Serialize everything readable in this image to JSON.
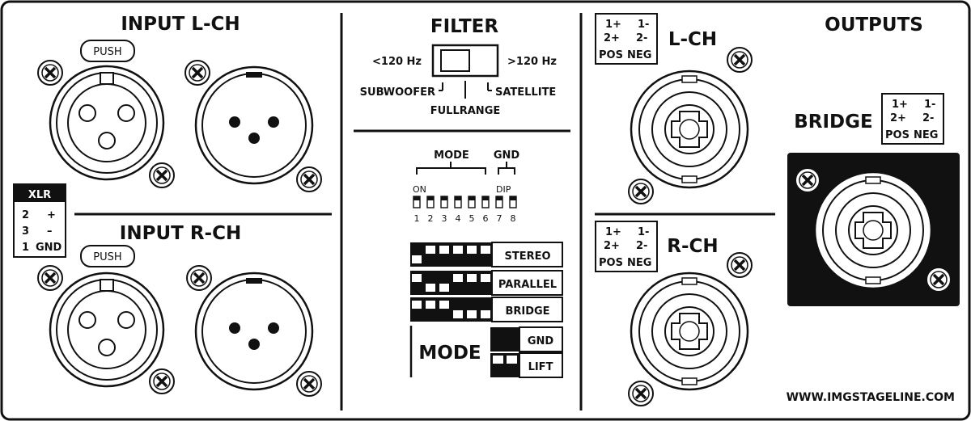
{
  "input_lch": {
    "title": "INPUT L-CH",
    "push": "PUSH"
  },
  "input_rch": {
    "title": "INPUT R-CH",
    "push": "PUSH"
  },
  "xlr_legend": {
    "title": "XLR",
    "rows": [
      {
        "pin": "2",
        "signal": "+"
      },
      {
        "pin": "3",
        "signal": "–"
      },
      {
        "pin": "1",
        "signal": "GND"
      }
    ]
  },
  "filter": {
    "title": "FILTER",
    "left_label": "<120 Hz",
    "right_label": ">120 Hz",
    "pos_subwoofer": "SUBWOOFER",
    "pos_fullrange": "FULLRANGE",
    "pos_satellite": "SATELLITE"
  },
  "dip": {
    "mode_label": "MODE",
    "gnd_label": "GND",
    "on_label": "ON",
    "dip_label": "DIP",
    "numbers": [
      "1",
      "2",
      "3",
      "4",
      "5",
      "6",
      "7",
      "8"
    ]
  },
  "mode_table": {
    "rows": [
      "STEREO",
      "PARALLEL",
      "BRIDGE"
    ],
    "mode_label": "MODE",
    "gnd_rows": [
      "GND",
      "LIFT"
    ]
  },
  "outputs": {
    "title": "OUTPUTS",
    "lch": "L-CH",
    "rch": "R-CH",
    "bridge": "BRIDGE",
    "pin_pos_1": "1+",
    "pin_pos_2": "2+",
    "pin_neg_1": "1-",
    "pin_neg_2": "2-",
    "pos": "POS",
    "neg": "NEG"
  },
  "website": "WWW.IMGSTAGELINE.COM"
}
